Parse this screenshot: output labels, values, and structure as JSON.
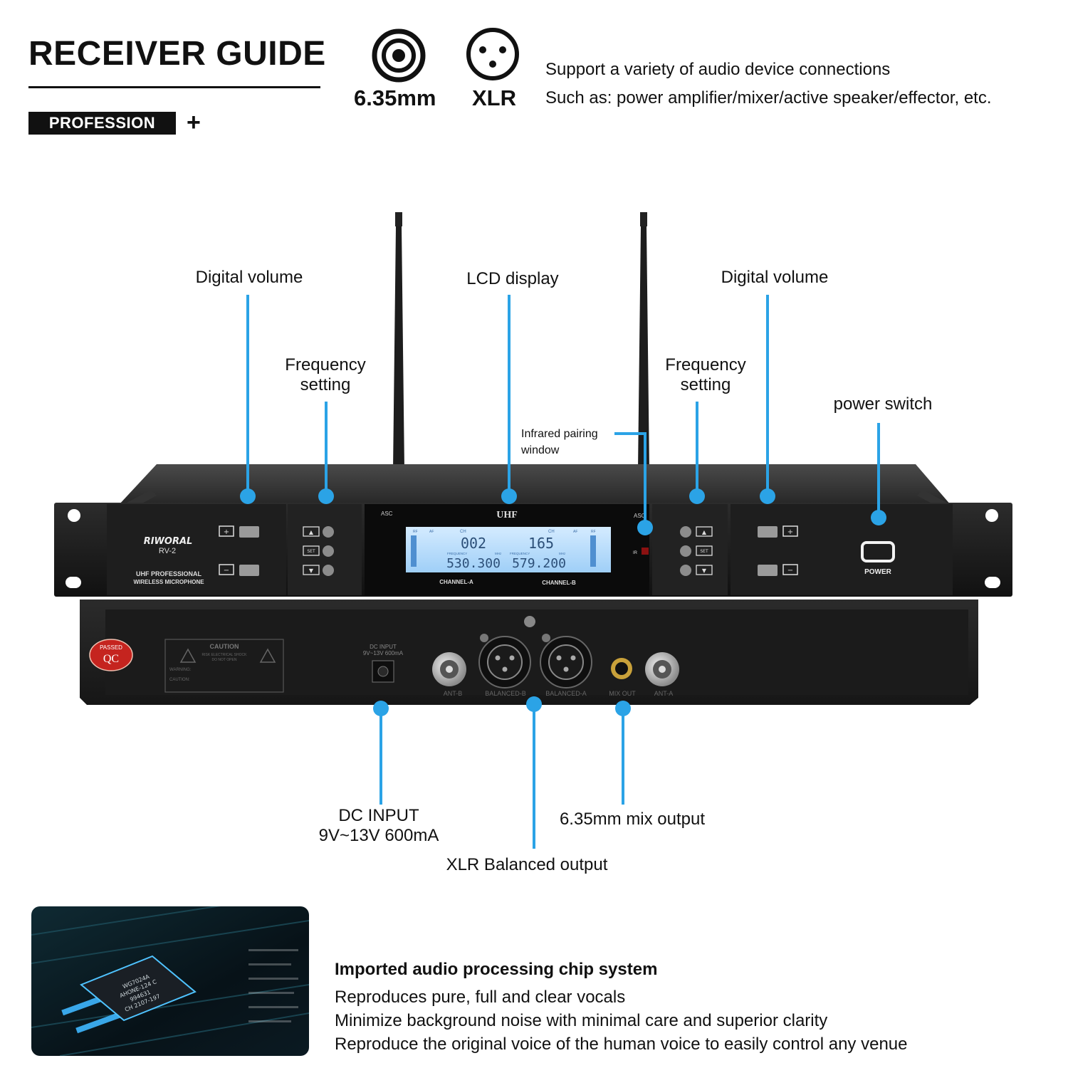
{
  "header": {
    "title": "RECEIVER GUIDE",
    "badge": "PROFESSION",
    "plus": "+",
    "connectors": [
      {
        "label": "6.35mm",
        "icon": "jack-6-35mm-icon"
      },
      {
        "label": "XLR",
        "icon": "xlr-connector-icon"
      }
    ],
    "intro_lines": [
      "Support a variety of audio device connections",
      "Such as: power amplifier/mixer/active speaker/effector, etc."
    ]
  },
  "device": {
    "brand": "RIWORAL",
    "model": "RV-2",
    "subtitle_line1": "UHF PROFESSIONAL",
    "subtitle_line2": "WIRELESS MICROPHONE",
    "band": "UHF",
    "asc": "ASC",
    "ir": "IR",
    "power": "POWER",
    "lcd": {
      "channel_a": {
        "ch": "002",
        "freq": "530.300",
        "label": "CHANNEL-A"
      },
      "channel_b": {
        "ch": "165",
        "freq": "579.200",
        "label": "CHANNEL-B"
      },
      "ch_tag": "CH",
      "freq_tag": "FREQUENCY",
      "mhz_tag": "MHz",
      "rf_tag": "RF",
      "af_tag": "AF"
    },
    "buttons": {
      "up": "▲",
      "set": "SET",
      "down": "▼"
    },
    "rear": {
      "qc_top": "PASSED",
      "qc": "QC",
      "caution": "CAUTION",
      "caution_sub1": "RISK ELECTRICAL SHOCK",
      "caution_sub2": "DO NOT OPEN",
      "warning_line": "WARNING:",
      "caution_line": "CAUTION:",
      "dc_label1": "DC INPUT",
      "dc_label2": "9V~13V 600mA",
      "ant_b": "ANT-B",
      "balanced_b": "BALANCED-B",
      "balanced_a": "BALANCED-A",
      "mix_out": "MIX OUT",
      "ant_a": "ANT-A"
    }
  },
  "callouts": {
    "digital_volume_left": "Digital volume",
    "frequency_left": [
      "Frequency",
      "setting"
    ],
    "lcd_display": "LCD display",
    "infrared": [
      "Infrared pairing",
      "window"
    ],
    "frequency_right": [
      "Frequency",
      "setting"
    ],
    "digital_volume_right": "Digital volume",
    "power_switch": "power switch",
    "dc_input": [
      "DC INPUT",
      "9V~13V 600mA"
    ],
    "xlr_output": "XLR Balanced output",
    "mix_output": "6.35mm mix output"
  },
  "chip": {
    "marking": [
      "WG7024A",
      "AHONE-124 C",
      "994631",
      "CH 2107-197"
    ]
  },
  "features": {
    "title": "Imported audio processing chip system",
    "lines": [
      "Reproduces pure, full and clear vocals",
      "Minimize background noise with minimal care and superior clarity",
      "Reproduce the original voice of the human voice to easily control any venue"
    ]
  },
  "colors": {
    "accent": "#2ba3e6",
    "text": "#111111",
    "device": "#1c1c1c",
    "lcd": "#bfe0ff"
  }
}
